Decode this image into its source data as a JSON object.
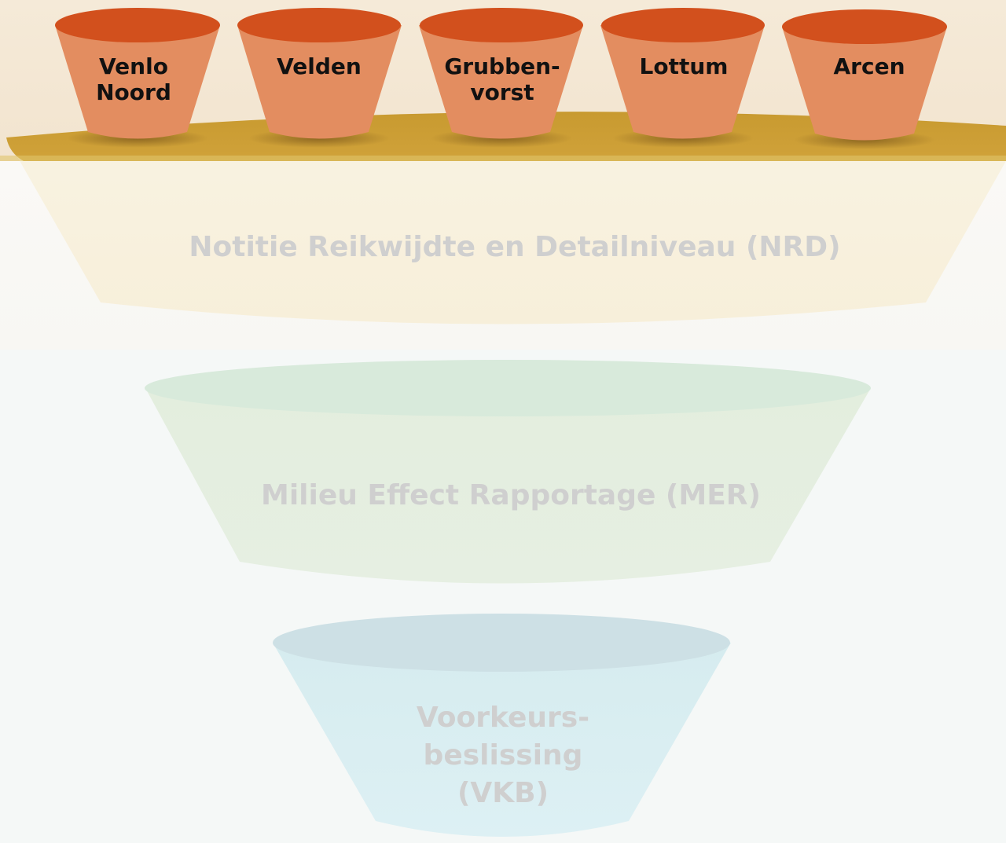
{
  "municipalities": [
    {
      "id": "venlo-noord",
      "lines": [
        "Venlo",
        "Noord"
      ]
    },
    {
      "id": "velden",
      "lines": [
        "Velden"
      ]
    },
    {
      "id": "grubbenvorst",
      "lines": [
        "Grubben-",
        "vorst"
      ]
    },
    {
      "id": "lottum",
      "lines": [
        "Lottum"
      ]
    },
    {
      "id": "arcen",
      "lines": [
        "Arcen"
      ]
    }
  ],
  "stages": [
    {
      "id": "nrd",
      "lines": [
        "Notitie Reikwijdte en Detailniveau (NRD)"
      ]
    },
    {
      "id": "mer",
      "lines": [
        "Milieu Effect Rapportage (MER)"
      ]
    },
    {
      "id": "vkb",
      "lines": [
        "Voorkeurs-",
        "beslissing",
        "(VKB)"
      ]
    }
  ],
  "colors": {
    "top_band": "#f4e8d5",
    "cup_rim": "#d2501d",
    "cup_body": "#e38d60",
    "tray": "#c9982d",
    "nrd_funnel": "#f8f1dd",
    "mer_funnel": "#e5efe1",
    "mer_rim": "#d9ebdd",
    "vkb_funnel": "#dbeff3",
    "vkb_rim": "#cfe2e7",
    "faded_text": "#cfcfcf"
  }
}
